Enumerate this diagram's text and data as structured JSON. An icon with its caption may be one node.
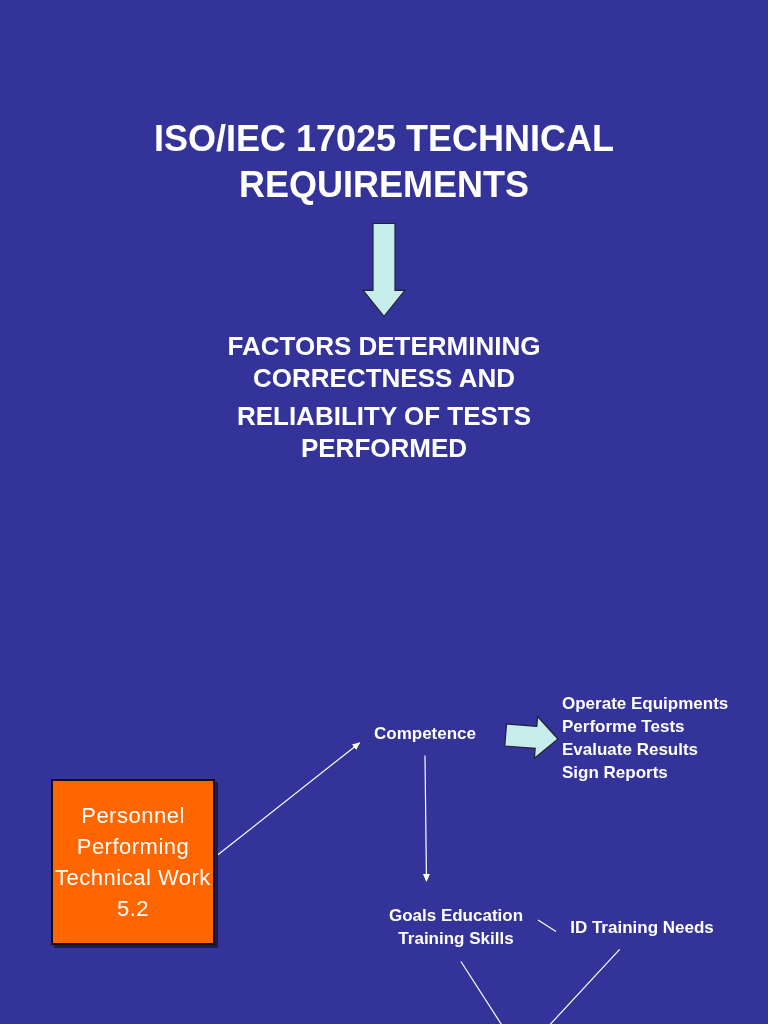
{
  "diagram": {
    "nodes": [
      {
        "text": [
          "ISO/IEC 17025 TECHNICAL  REQUIREMENTS"
        ]
      },
      {
        "text": [
          "FACTORS DETERMINING CORRECTNESS  AND",
          "RELIABILITY OF TESTS PERFORMED"
        ]
      },
      {
        "text": [
          "Personnel Performing Technical Work 5.2"
        ]
      },
      {
        "text": [
          "Competence"
        ]
      },
      {
        "text": [
          "Operate Equipments",
          "Performe Tests",
          "Evaluate Results",
          "Sign Reports"
        ]
      },
      {
        "text": [
          "Goals Education Training Skills"
        ]
      },
      {
        "text": [
          "ID Training Needs"
        ]
      }
    ],
    "edges": [
      {
        "from": 0,
        "to": 1,
        "arrow": "to",
        "style": "thick",
        "color": "#c6ecec"
      },
      {
        "from": 2,
        "to": 3,
        "arrow": "to"
      },
      {
        "from": 3,
        "to": 4,
        "arrow": "to",
        "style": "thick",
        "color": "#c6ecec"
      },
      {
        "from": 3,
        "to": 5,
        "arrow": "to"
      },
      {
        "from": 5,
        "to": 6,
        "arrow": "none"
      },
      {
        "from": 5,
        "to": null,
        "arrow": "none"
      },
      {
        "from": 6,
        "to": null,
        "arrow": "none"
      }
    ]
  }
}
